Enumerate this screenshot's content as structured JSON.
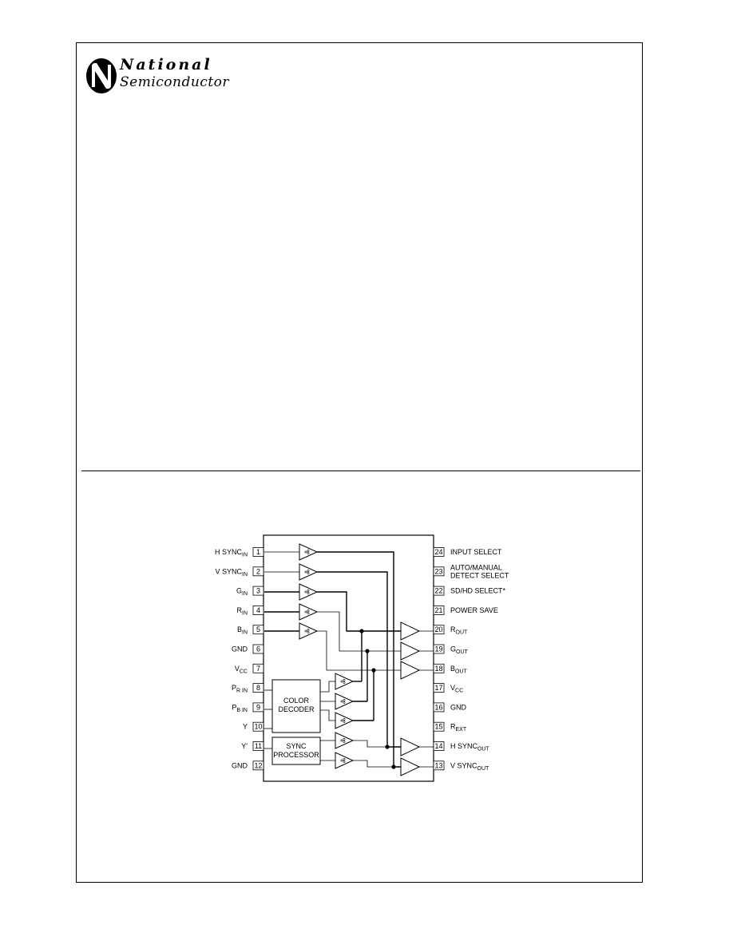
{
  "logo": {
    "line1": "National",
    "line2": "Semiconductor",
    "icon": "national-semiconductor-logo-icon"
  },
  "diagram": {
    "left_pins": [
      {
        "num": "1",
        "label": "H SYNC",
        "sub": "IN"
      },
      {
        "num": "2",
        "label": "V SYNC",
        "sub": "IN"
      },
      {
        "num": "3",
        "label": "G",
        "sub": "IN"
      },
      {
        "num": "4",
        "label": "R",
        "sub": "IN"
      },
      {
        "num": "5",
        "label": "B",
        "sub": "IN"
      },
      {
        "num": "6",
        "label": "GND",
        "sub": ""
      },
      {
        "num": "7",
        "label": "V",
        "sub": "CC"
      },
      {
        "num": "8",
        "label": "P",
        "sub": "R IN"
      },
      {
        "num": "9",
        "label": "P",
        "sub": "B IN"
      },
      {
        "num": "10",
        "label": "Y",
        "sub": ""
      },
      {
        "num": "11",
        "label": "Y'",
        "sub": ""
      },
      {
        "num": "12",
        "label": "GND",
        "sub": ""
      }
    ],
    "right_pins": [
      {
        "num": "24",
        "label": "INPUT SELECT",
        "sub": ""
      },
      {
        "num": "23",
        "label": "AUTO/MANUAL",
        "label2": "DETECT SELECT",
        "sub": ""
      },
      {
        "num": "22",
        "label": "SD/HD SELECT*",
        "sub": ""
      },
      {
        "num": "21",
        "label": "POWER SAVE",
        "sub": ""
      },
      {
        "num": "20",
        "label": "R",
        "sub": "OUT"
      },
      {
        "num": "19",
        "label": "G",
        "sub": "OUT"
      },
      {
        "num": "18",
        "label": "B",
        "sub": "OUT"
      },
      {
        "num": "17",
        "label": "V",
        "sub": "CC"
      },
      {
        "num": "16",
        "label": "GND",
        "sub": ""
      },
      {
        "num": "15",
        "label": "R",
        "sub": "EXT"
      },
      {
        "num": "14",
        "label": "H SYNC",
        "sub": "OUT"
      },
      {
        "num": "13",
        "label": "V SYNC",
        "sub": "OUT"
      }
    ],
    "color_decoder": {
      "line1": "COLOR",
      "line2": "DECODER"
    },
    "sync_processor": {
      "line1": "SYNC",
      "line2": "PROCESSOR"
    }
  }
}
